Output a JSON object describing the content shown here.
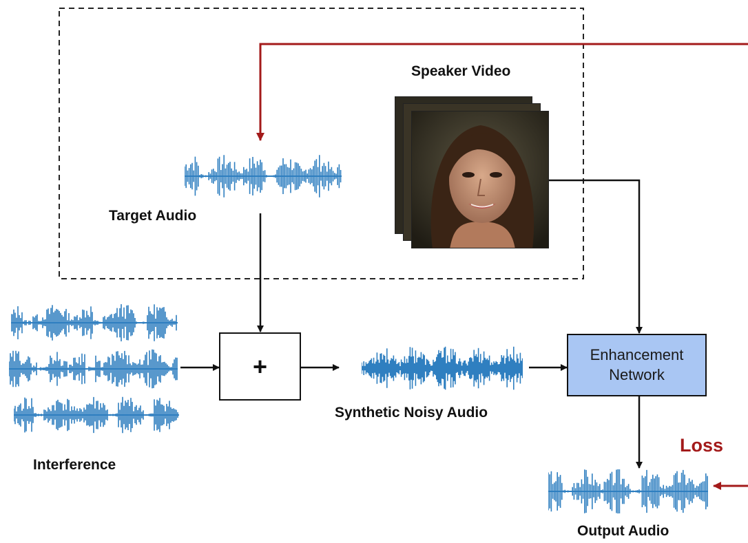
{
  "labels": {
    "speaker_video": "Speaker Video",
    "target_audio": "Target Audio",
    "interference": "Interference",
    "sum_symbol": "+",
    "synthetic_noisy_audio": "Synthetic Noisy Audio",
    "enhancement_line1": "Enhancement",
    "enhancement_line2": "Network",
    "loss": "Loss",
    "output_audio": "Output Audio"
  },
  "colors": {
    "waveform": "#2f7fc0",
    "loss_arrow": "#a31a1a",
    "enhancement_fill": "#a9c6f3",
    "arrow": "#111111"
  }
}
